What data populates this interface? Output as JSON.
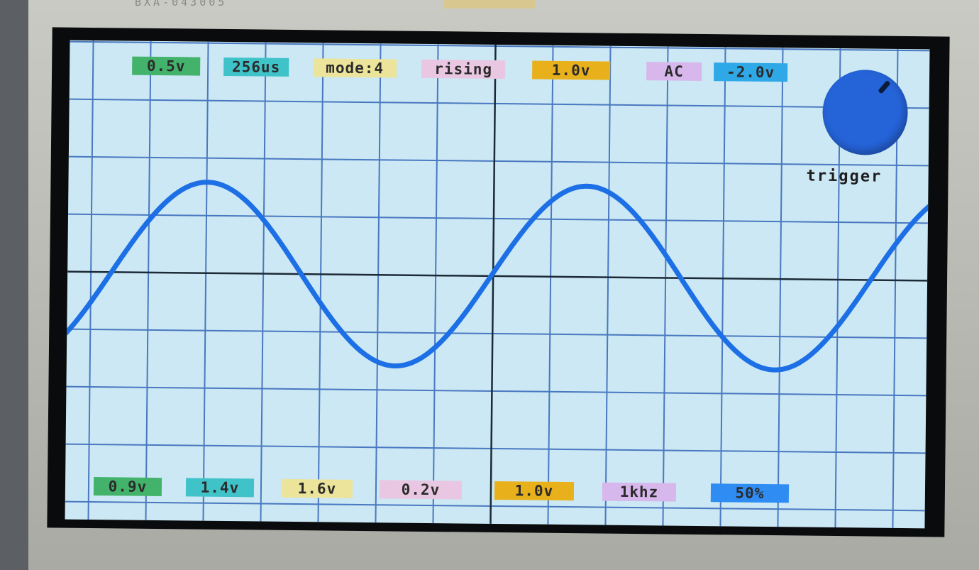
{
  "bezel": {
    "label": "BXA-043005"
  },
  "top_bar": [
    {
      "text": "0.5v",
      "color": "#43b36b"
    },
    {
      "text": "256us",
      "color": "#3fc3c9"
    },
    {
      "text": "mode:4",
      "color": "#ece49a"
    },
    {
      "text": "rising",
      "color": "#e9c7e2"
    },
    {
      "text": "1.0v",
      "color": "#e8b11c"
    },
    {
      "text": "AC",
      "color": "#d7b7ec"
    },
    {
      "text": "-2.0v",
      "color": "#2fa8e8"
    }
  ],
  "bottom_bar": [
    {
      "text": "0.9v",
      "color": "#43b36b"
    },
    {
      "text": "1.4v",
      "color": "#3fc3c9"
    },
    {
      "text": "1.6v",
      "color": "#ece49a"
    },
    {
      "text": "0.2v",
      "color": "#e9c7e2"
    },
    {
      "text": "1.0v",
      "color": "#e8b11c"
    },
    {
      "text": "1khz",
      "color": "#d7b7ec"
    },
    {
      "text": "50%",
      "color": "#2f8cf2"
    }
  ],
  "trigger_knob": {
    "label": "trigger",
    "color": "#2563d8"
  },
  "scope": {
    "background": "#cbe8f4",
    "grid_color": "#4a78c0",
    "axis_color": "#1b2a36",
    "trace_color": "#1d6fe6",
    "signal": {
      "waveform": "sine",
      "frequency": "1khz"
    }
  }
}
